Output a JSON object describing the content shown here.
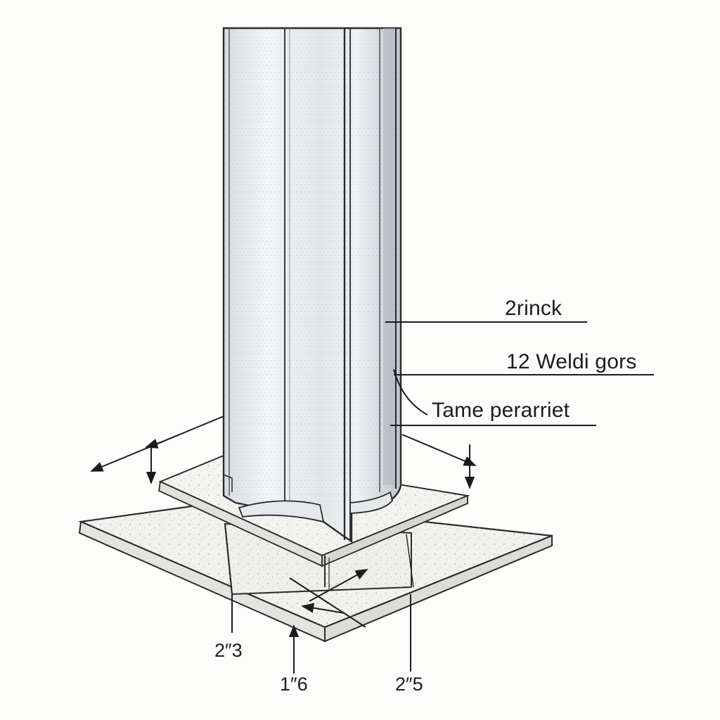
{
  "callouts": {
    "top": "2rinck",
    "middle": "12 Weldi gors",
    "bottom": "Tame perarriet"
  },
  "dimensions": {
    "left": "2″3",
    "center": "1″6",
    "right": "2″5"
  },
  "colors": {
    "background": "#fdfdfb",
    "line": "#1c1c1c",
    "column_light": "#eef1f4",
    "column_shade": "#c9cfd6",
    "plate": "#f1f1ee"
  }
}
